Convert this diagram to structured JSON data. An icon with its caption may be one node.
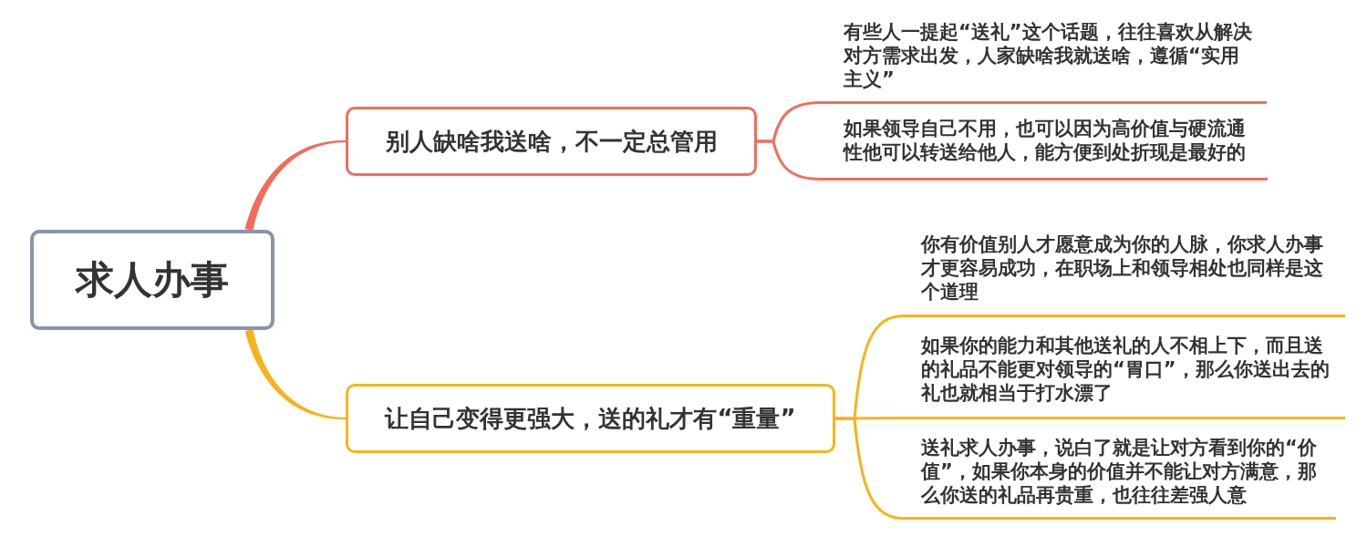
{
  "diagram": {
    "nodes": [
      {
        "text": [
          "求人办事"
        ]
      },
      {
        "text": [
          "别人缺啥我送啥，不一定总管用"
        ]
      },
      {
        "text": [
          "有些人一提起“送礼”这个话题，往往喜欢从解决对方需求出发，人家缺啥我就送啥，遵循“实用主义”"
        ]
      },
      {
        "text": [
          "如果领导自己不用，也可以因为高价值与硬流通性他可以转送给他人，能方便到处折现是最好的"
        ]
      },
      {
        "text": [
          "让自己变得更强大，送的礼才有“重量”"
        ]
      },
      {
        "text": [
          "你有价值别人才愿意成为你的人脉，你求人办事才更容易成功，在职场上和领导相处也同样是这个道理"
        ]
      },
      {
        "text": [
          "如果你的能力和其他送礼的人不相上下，而且送的礼品不能更对领导的“胃口”，那么你送出去的礼也就相当于打水漂了"
        ]
      },
      {
        "text": [
          "送礼求人办事，说白了就是让对方看到你的“价值”，如果你本身的价值并不能让对方满意，那么你送的礼品再贵重，也往往差强人意"
        ]
      }
    ],
    "edges": [
      {
        "from": 0,
        "to": 1,
        "arrow": "none",
        "style": "thick",
        "color": "#f36c5b"
      },
      {
        "from": 0,
        "to": 4,
        "arrow": "none",
        "style": "thick"
      },
      {
        "from": 1,
        "to": 2,
        "arrow": "none",
        "color": "#f36c5b"
      },
      {
        "from": 1,
        "to": 3,
        "arrow": "none",
        "color": "#f36c5b"
      },
      {
        "from": 4,
        "to": 5,
        "arrow": "none"
      },
      {
        "from": 4,
        "to": 6,
        "arrow": "none"
      },
      {
        "from": 4,
        "to": 7,
        "arrow": "none"
      }
    ]
  }
}
